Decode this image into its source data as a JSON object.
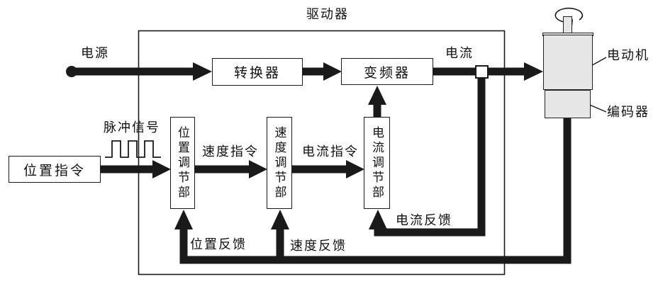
{
  "title": "驱动器",
  "labels": {
    "power": "电源",
    "current": "电流",
    "pulse_signal": "脉冲信号",
    "motor": "电动机",
    "encoder": "编码器",
    "speed_command": "速度指令",
    "current_command": "电流指令",
    "position_feedback": "位置反馈",
    "speed_feedback": "速度反馈",
    "current_feedback": "电流反馈"
  },
  "blocks": {
    "converter": "转换器",
    "inverter": "变频器",
    "position_command": "位置指令",
    "position_regulator": "位置调节部",
    "speed_regulator": "速度调节部",
    "current_regulator": "电流调节部"
  },
  "colors": {
    "line": "#1a1a1a",
    "block_fill": "#ffffff",
    "motor_fill": "#e6e6e6"
  }
}
